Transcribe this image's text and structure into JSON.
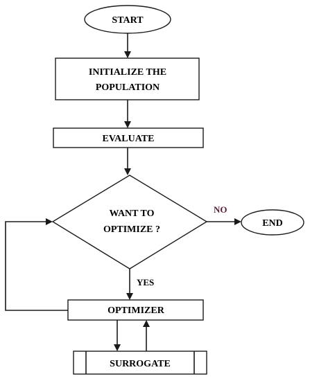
{
  "flowchart": {
    "start_label": "START",
    "init_label_line1": "INITIALIZE THE",
    "init_label_line2": "POPULATION",
    "evaluate_label": "EVALUATE",
    "decision_line1": "WANT TO",
    "decision_line2": "OPTIMIZE ?",
    "no_label": "NO",
    "end_label": "END",
    "yes_label": "YES",
    "optimizer_label": "OPTIMIZER",
    "surrogate_label": "SURROGATE"
  },
  "colors": {
    "stroke": "#1a1a1a",
    "no_label": "#5a1a3a",
    "text": "#000000"
  }
}
